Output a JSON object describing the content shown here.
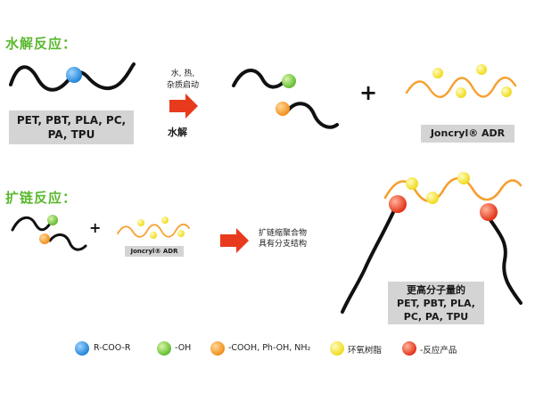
{
  "hydrolysis": {
    "title": "水解反应：",
    "polymer_box": [
      "PET, PBT, PLA, PC,",
      "PA, TPU"
    ],
    "arrow_conditions": [
      "水, 热,",
      "杂质启动"
    ],
    "arrow_label": "水解",
    "product_box": "Joncryl® ADR"
  },
  "extension": {
    "title": "扩链反应：",
    "adr_label": "Joncryl® ADR",
    "arrow_label": [
      "扩链缩聚合物",
      "具有分支结构"
    ],
    "result_box": [
      "更高分子量的",
      "PET, PBT, PLA,",
      "PC, PA, TPU"
    ]
  },
  "legend": [
    {
      "label": "R-COO-R",
      "color": "#2a8fe0"
    },
    {
      "label": "-OH",
      "color": "#7ac943"
    },
    {
      "label": "-COOH, Ph-OH, NH₂",
      "color": "#f7931e"
    },
    {
      "label": "环氧树脂",
      "color": "#f2e420"
    },
    {
      "label": "-反应产品",
      "color": "#e8371f"
    }
  ],
  "colors": {
    "title_green": "#5ab82e",
    "chain_black": "#111111",
    "chain_orange": "#f5a030",
    "arrow_red": "#e83a1c",
    "box_gray": "#d4d4d4"
  }
}
